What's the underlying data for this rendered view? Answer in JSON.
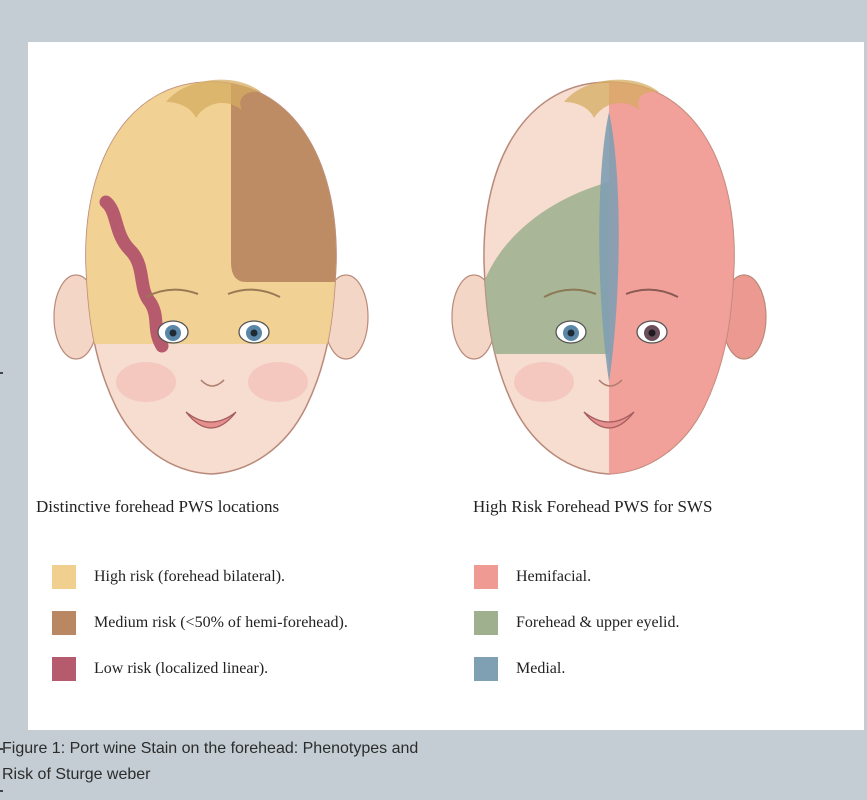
{
  "figure": {
    "left_title": "Distinctive forehead PWS locations",
    "right_title": "High Risk Forehead PWS for SWS",
    "left_legend": [
      {
        "label": "High risk (forehead bilateral).",
        "color": "#f1cf8e"
      },
      {
        "label": "Medium risk (<50% of hemi-forehead).",
        "color": "#b98862"
      },
      {
        "label": "Low risk (localized linear).",
        "color": "#b65b6d"
      }
    ],
    "right_legend": [
      {
        "label": "Hemifacial.",
        "color": "#ef9a93"
      },
      {
        "label": "Forehead & upper eyelid.",
        "color": "#9fb08f"
      },
      {
        "label": "Medial.",
        "color": "#7f9fb2"
      }
    ]
  },
  "caption": {
    "line1": "Figure 1: Port wine Stain on the forehead: Phenotypes and",
    "line2": "Risk of Sturge weber"
  }
}
